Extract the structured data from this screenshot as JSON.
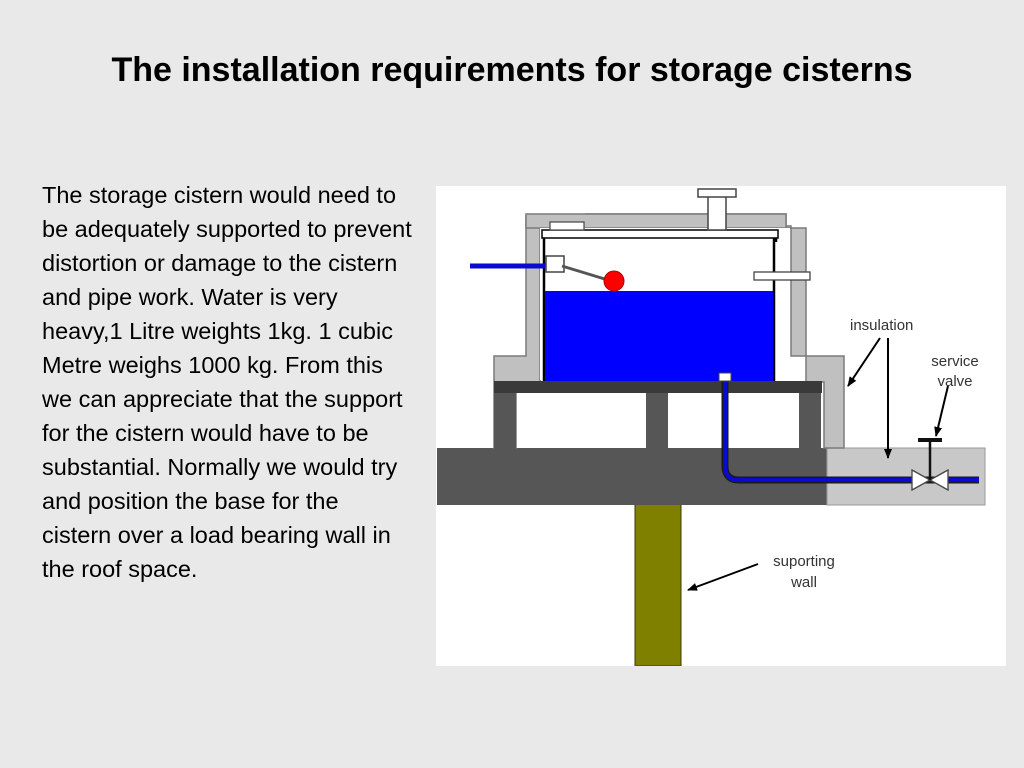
{
  "title": "The installation requirements for storage cisterns",
  "body_text": "The storage cistern would need to be adequately supported to prevent distortion or damage to the cistern and pipe work. Water is very heavy,1 Litre weights 1kg. 1 cubic Metre weighs 1000 kg. From this we can appreciate that the support for the cistern would have to be substantial. Normally we would try and position the base for the cistern over a load bearing wall in the roof space.",
  "diagram": {
    "labels": {
      "insulation": "insulation",
      "service_valve_line1": "service",
      "service_valve_line2": "valve",
      "supporting_wall_line1": "suporting",
      "supporting_wall_line2": "wall"
    },
    "colors": {
      "water": "#0000ff",
      "pipe": "#0a0ad0",
      "float_ball": "#ff0000",
      "insulation": "#c0c0c0",
      "platform": "#565656",
      "wall": "#808000"
    }
  }
}
